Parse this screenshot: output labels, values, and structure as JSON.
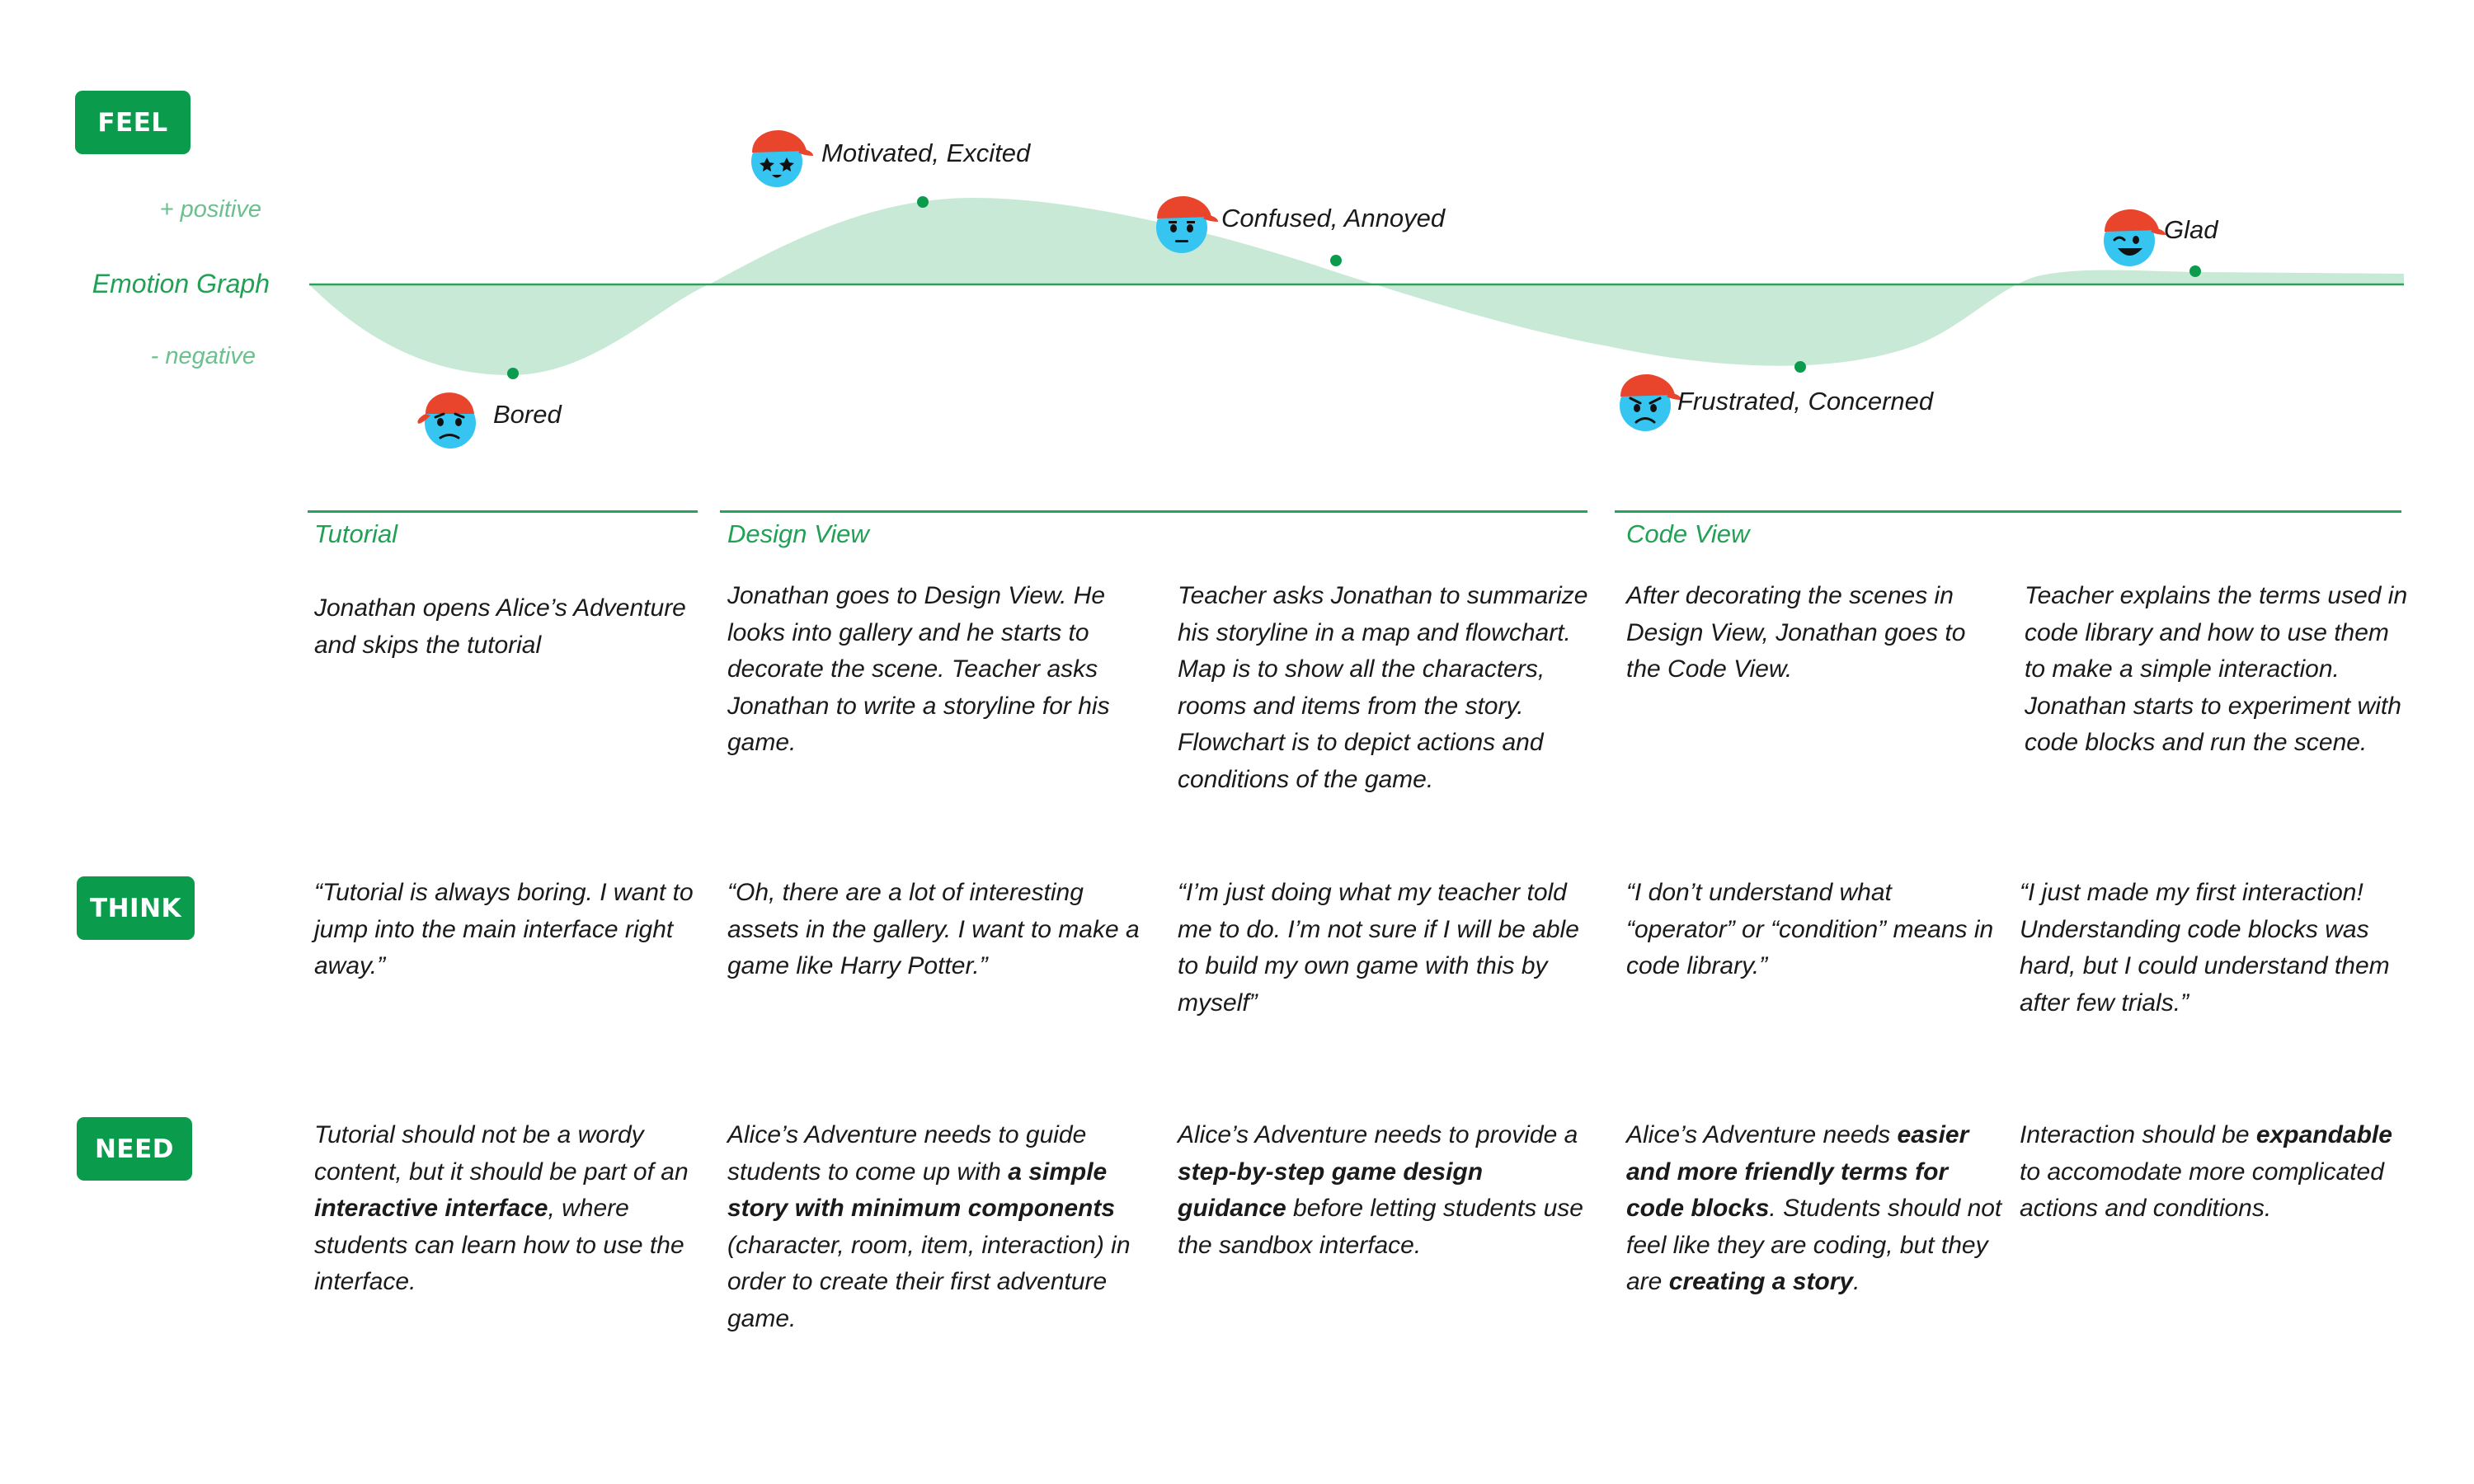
{
  "badges": {
    "feel": "FEEL",
    "think": "THINK",
    "need": "NEED"
  },
  "axis": {
    "positive": "+ positive",
    "title": "Emotion Graph",
    "negative": "- negative"
  },
  "colors": {
    "accent": "#0a9b4d",
    "curve_fill": "#c7e9d6",
    "line": "#2aa35a",
    "avatar_face": "#35c5f0",
    "avatar_cap": "#e8452c"
  },
  "emotions": [
    {
      "label": "Bored",
      "icon": "bored-face-icon"
    },
    {
      "label": "Motivated, Excited",
      "icon": "excited-face-icon"
    },
    {
      "label": "Confused, Annoyed",
      "icon": "confused-face-icon"
    },
    {
      "label": "Frustrated, Concerned",
      "icon": "frustrated-face-icon"
    },
    {
      "label": "Glad",
      "icon": "glad-face-icon"
    }
  ],
  "phases": [
    {
      "title": "Tutorial"
    },
    {
      "title": "Design View"
    },
    {
      "title": "Code View"
    }
  ],
  "columns": [
    {
      "doing": "Jonathan opens Alice’s Adventure and skips the tutorial",
      "think": "“Tutorial is always boring. I want to jump into the main interface right away.”",
      "need": [
        {
          "t": "Tutorial should not be a wordy content, but it should be part of an "
        },
        {
          "t": "interactive interface",
          "b": true
        },
        {
          "t": ", where students can learn how to use the interface."
        }
      ]
    },
    {
      "doing": "Jonathan goes to Design View. He looks into gallery and he starts to decorate the scene. Teacher asks Jonathan to write a storyline for his game.",
      "think": "“Oh, there are a lot of interesting assets in the gallery. I want to make a game like Harry Potter.”",
      "need": [
        {
          "t": "Alice’s Adventure needs to guide students to come up with "
        },
        {
          "t": "a simple story with minimum components",
          "b": true
        },
        {
          "t": " (character, room, item, interaction) in order to create their first adventure game."
        }
      ]
    },
    {
      "doing": "Teacher asks Jonathan to summarize his storyline in a map and flowchart. Map is to show all the characters, rooms and items from the story. Flowchart is to depict actions and conditions of the game.",
      "think": "“I’m just doing what my teacher told me to do. I’m not sure if I will be able to build my own game with this by myself”",
      "need": [
        {
          "t": "Alice’s Adventure needs to provide a "
        },
        {
          "t": "step-by-step game design guidance",
          "b": true
        },
        {
          "t": " before letting students use the sandbox interface."
        }
      ]
    },
    {
      "doing": "After decorating the scenes in Design View, Jonathan goes to the Code View.",
      "think": "“I don’t understand what “operator” or “condition” means in code library.”",
      "need": [
        {
          "t": "Alice’s Adventure needs "
        },
        {
          "t": "easier and more friendly terms for code blocks",
          "b": true
        },
        {
          "t": ". Students should not feel like they are coding, but they are "
        },
        {
          "t": "creating a story",
          "b": true
        },
        {
          "t": "."
        }
      ]
    },
    {
      "doing": "Teacher explains the terms used in code library and how to use them to make a simple interaction. Jonathan starts to experiment with code blocks and run the scene.",
      "think": "“I just made my first interaction! Understanding code blocks was hard, but I could understand them after few trials.”",
      "need": [
        {
          "t": "Interaction should be "
        },
        {
          "t": "expandable",
          "b": true
        },
        {
          "t": " to accomodate more complicated actions and  conditions."
        }
      ]
    }
  ]
}
